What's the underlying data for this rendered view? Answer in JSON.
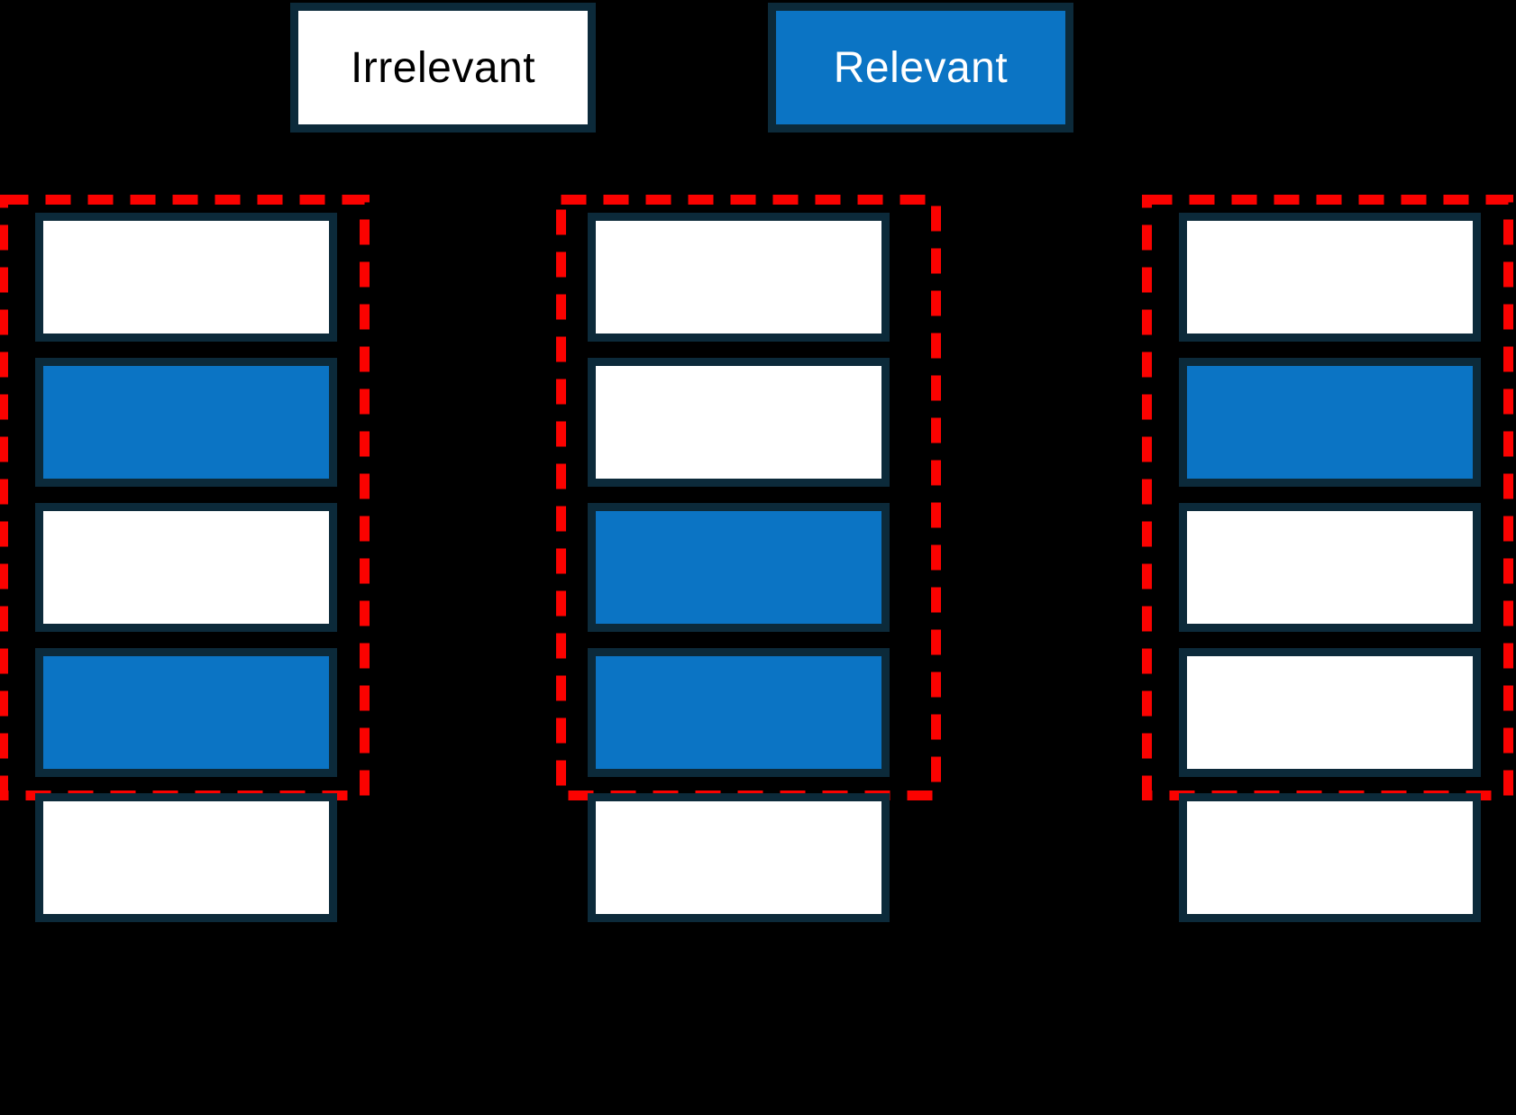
{
  "legend": {
    "items": [
      {
        "label": "Irrelevant",
        "type": "irrelevant"
      },
      {
        "label": "Relevant",
        "type": "relevant"
      }
    ]
  },
  "colors": {
    "background": "#000000",
    "relevant_fill": "#0B74C4",
    "irrelevant_fill": "#FFFFFF",
    "box_border": "#0C2A3A",
    "dashed_outline": "#FB0200",
    "legend_irrelevant_text": "#000000",
    "legend_relevant_text": "#FFFFFF"
  },
  "columns": [
    {
      "name": "document-stack-1",
      "docs": [
        "irrelevant",
        "relevant",
        "irrelevant",
        "relevant",
        "irrelevant"
      ],
      "outlined_count": 4
    },
    {
      "name": "document-stack-2",
      "docs": [
        "irrelevant",
        "irrelevant",
        "relevant",
        "relevant",
        "irrelevant"
      ],
      "outlined_count": 4
    },
    {
      "name": "document-stack-3",
      "docs": [
        "irrelevant",
        "relevant",
        "irrelevant",
        "irrelevant",
        "irrelevant"
      ],
      "outlined_count": 4
    }
  ]
}
